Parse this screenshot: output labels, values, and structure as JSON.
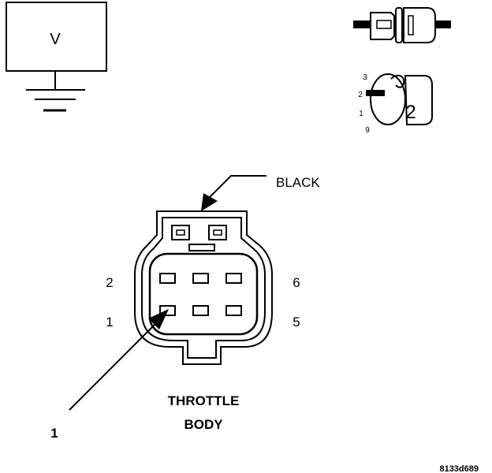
{
  "voltmeter": {
    "label": "V"
  },
  "connector_view_pins": [
    "3",
    "2",
    "1",
    "9"
  ],
  "connector_view_number": "2",
  "color_callout": "BLACK",
  "pins": {
    "top_left": "2",
    "top_right": "6",
    "bottom_left": "1",
    "bottom_right": "5"
  },
  "pointer_label": "1",
  "component": {
    "line1": "THROTTLE",
    "line2": "BODY"
  },
  "figure_id": "8133d689",
  "colors": {
    "stroke": "#000000",
    "background": "#ffffff"
  }
}
